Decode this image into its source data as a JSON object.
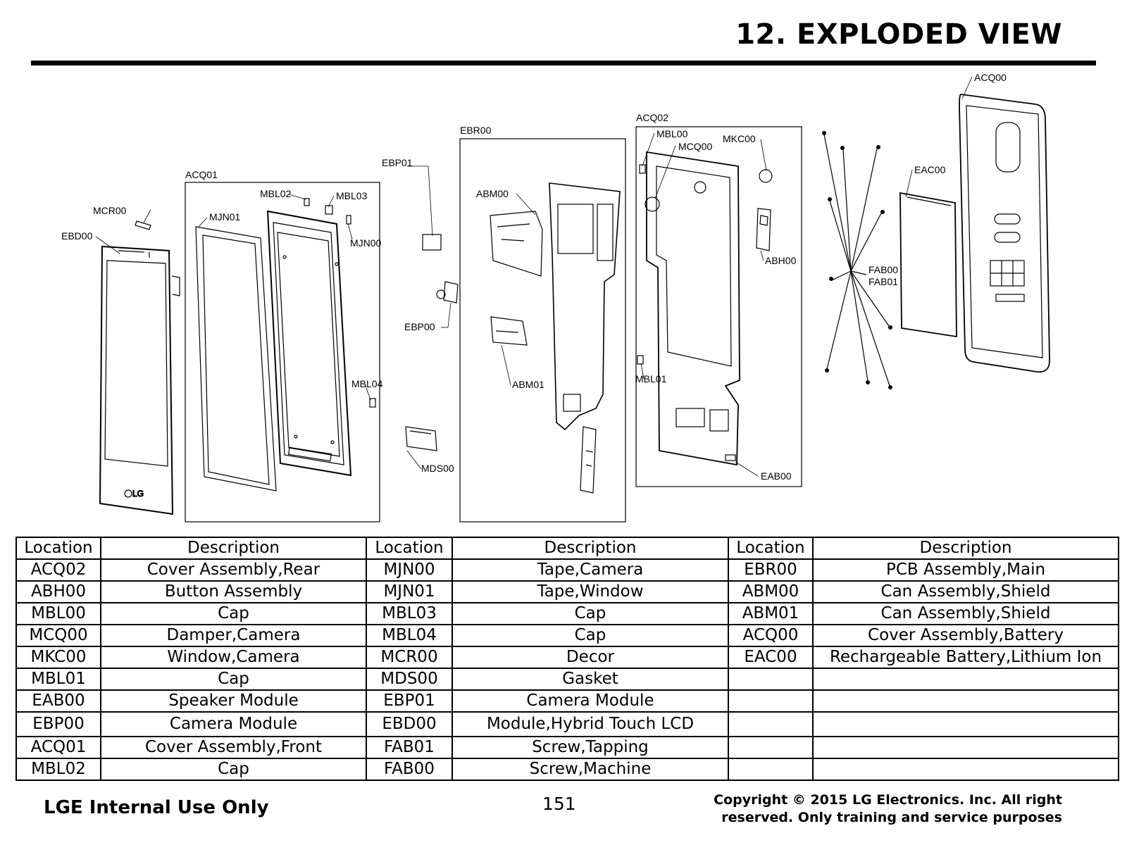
{
  "header": {
    "title": "12. EXPLODED VIEW"
  },
  "diagram": {
    "labels": {
      "ACQ00": "ACQ00",
      "ACQ01": "ACQ01",
      "ACQ02": "ACQ02",
      "MCR00": "MCR00",
      "EBD00": "EBD00",
      "MJN01": "MJN01",
      "MJN00": "MJN00",
      "MBL02": "MBL02",
      "MBL03": "MBL03",
      "MBL04": "MBL04",
      "EBP01": "EBP01",
      "EBP00": "EBP00",
      "MDS00": "MDS00",
      "EBR00": "EBR00",
      "ABM00": "ABM00",
      "ABM01": "ABM01",
      "MBL00": "MBL00",
      "MCQ00": "MCQ00",
      "MKC00": "MKC00",
      "ABH00": "ABH00",
      "MBL01": "MBL01",
      "EAB00": "EAB00",
      "EAC00": "EAC00",
      "FAB00": "FAB00",
      "FAB01": "FAB01"
    },
    "lcd_logo": "LG"
  },
  "parts_table": {
    "headers": [
      "Location",
      "Description",
      "Location",
      "Description",
      "Location",
      "Description"
    ],
    "rows": [
      [
        "ACQ02",
        "Cover Assembly,Rear",
        "MJN00",
        "Tape,Camera",
        "EBR00",
        "PCB Assembly,Main"
      ],
      [
        "ABH00",
        "Button Assembly",
        "MJN01",
        "Tape,Window",
        "ABM00",
        "Can Assembly,Shield"
      ],
      [
        "MBL00",
        "Cap",
        "MBL03",
        "Cap",
        "ABM01",
        "Can Assembly,Shield"
      ],
      [
        "MCQ00",
        "Damper,Camera",
        "MBL04",
        "Cap",
        "ACQ00",
        "Cover Assembly,Battery"
      ],
      [
        "MKC00",
        "Window,Camera",
        "MCR00",
        "Decor",
        "EAC00",
        "Rechargeable Battery,Lithium Ion"
      ],
      [
        "MBL01",
        "Cap",
        "MDS00",
        "Gasket",
        "",
        ""
      ],
      [
        "EAB00",
        "Speaker Module",
        "EBP01",
        "Camera Module",
        "",
        ""
      ],
      [
        "EBP00",
        "Camera Module",
        "EBD00",
        "Module,Hybrid Touch LCD",
        "",
        ""
      ],
      [
        "ACQ01",
        "Cover Assembly,Front",
        "FAB01",
        "Screw,Tapping",
        "",
        ""
      ],
      [
        "MBL02",
        "Cap",
        "FAB00",
        "Screw,Machine",
        "",
        ""
      ]
    ]
  },
  "footer": {
    "left": "LGE Internal Use Only",
    "page_number": "151",
    "copyright_line1": "Copyright © 2015 LG Electronics. Inc. All right",
    "copyright_line2": "reserved. Only training and service purposes"
  }
}
